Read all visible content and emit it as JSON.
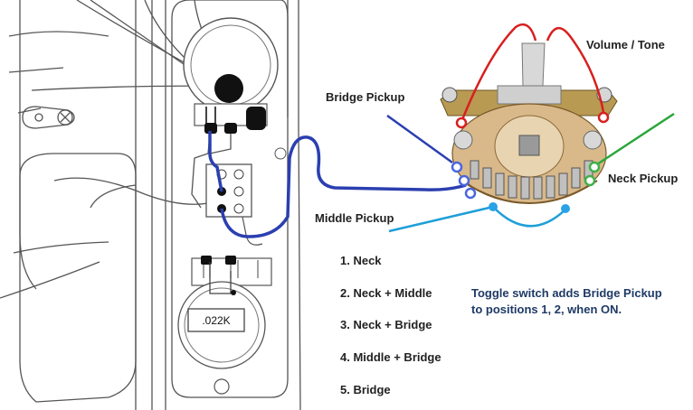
{
  "labels": {
    "volume_tone": "Volume / Tone",
    "bridge_pickup": "Bridge Pickup",
    "neck_pickup": "Neck Pickup",
    "middle_pickup": "Middle Pickup",
    "capacitor_value": ".022K"
  },
  "positions": [
    "1.  Neck",
    "2.  Neck + Middle",
    "3.  Neck + Bridge",
    "4.  Middle + Bridge",
    "5.  Bridge"
  ],
  "note": {
    "line1": "Toggle switch adds Bridge Pickup",
    "line2": "to positions 1, 2,  when ON."
  },
  "colors": {
    "volume_tone_wire": "#d81f1f",
    "bridge_wire": "#2b3fb0",
    "neck_wire": "#2aa63a",
    "middle_wire": "#1e9fd8",
    "lug_bridge": "#4a66e0",
    "lug_neck": "#3fb04a",
    "lug_middle": "#2aa2e6",
    "note_text": "#1f3a66"
  },
  "icons": {
    "switch": "five-way-switch-icon",
    "pot": "potentiometer-icon",
    "capacitor": "capacitor-icon",
    "toggle": "toggle-switch-icon"
  }
}
